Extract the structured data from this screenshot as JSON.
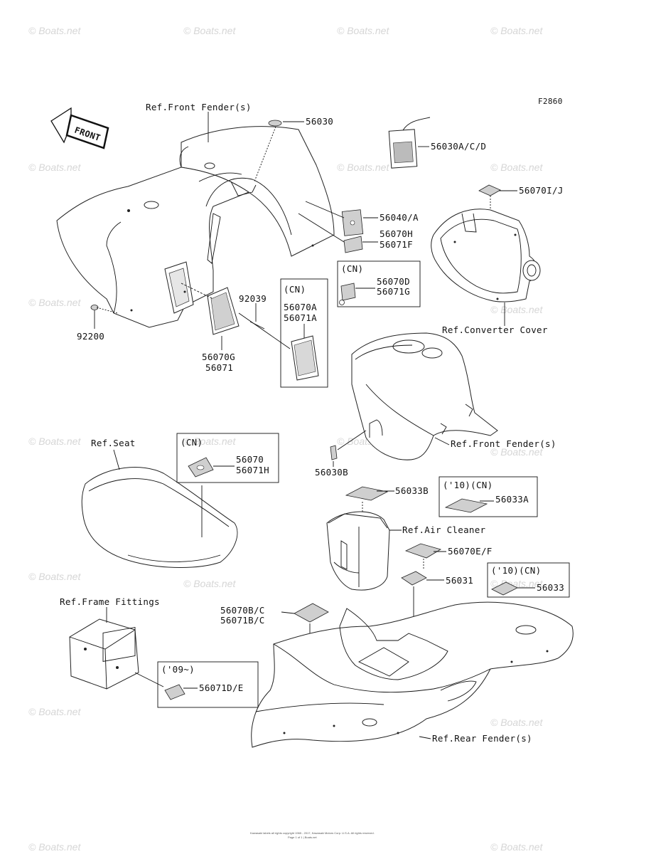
{
  "figure_code": "F2860",
  "front_arrow": "FRONT",
  "watermark": "© Boats.net",
  "labels": {
    "ref_front_fender_top": "Ref.Front Fender(s)",
    "p56030": "56030",
    "p56030acd": "56030A/C/D",
    "p56070ij": "56070I/J",
    "p56040a": "56040/A",
    "p56070h": "56070H",
    "p56071f": "56071F",
    "cn_box1_title": "(CN)",
    "p56070d": "56070D",
    "p56071g": "56071G",
    "ref_converter_cover": "Ref.Converter Cover",
    "cn_box2_title": "(CN)",
    "p56070a": "56070A",
    "p56071a": "56071A",
    "p92039": "92039",
    "p92200": "92200",
    "p56070g": "56070G",
    "p56071": "56071",
    "ref_front_fender_mid": "Ref.Front Fender(s)",
    "p56030b": "56030B",
    "ref_seat": "Ref.Seat",
    "cn_box3_title": "(CN)",
    "p56070": "56070",
    "p56071h": "56071H",
    "p56033b": "56033B",
    "box10cn_title": "('10)(CN)",
    "p56033a": "56033A",
    "ref_air_cleaner": "Ref.Air Cleaner",
    "p56070ef": "56070E/F",
    "p56031": "56031",
    "box10cn2_title": "('10)(CN)",
    "p56033": "56033",
    "ref_frame_fittings": "Ref.Frame Fittings",
    "p56070bc": "56070B/C",
    "p56071bc": "56071B/C",
    "box09_title": "('09~)",
    "p56071de": "56071D/E",
    "ref_rear_fender": "Ref.Rear Fender(s)"
  },
  "footer_line1": "Kawasaki labels all rights copyright 1965 - 2017, Kawasaki Motors Corp. U.S.A. All rights reserved.",
  "footer_line2": "Page 1 of 1 | Boats.net"
}
